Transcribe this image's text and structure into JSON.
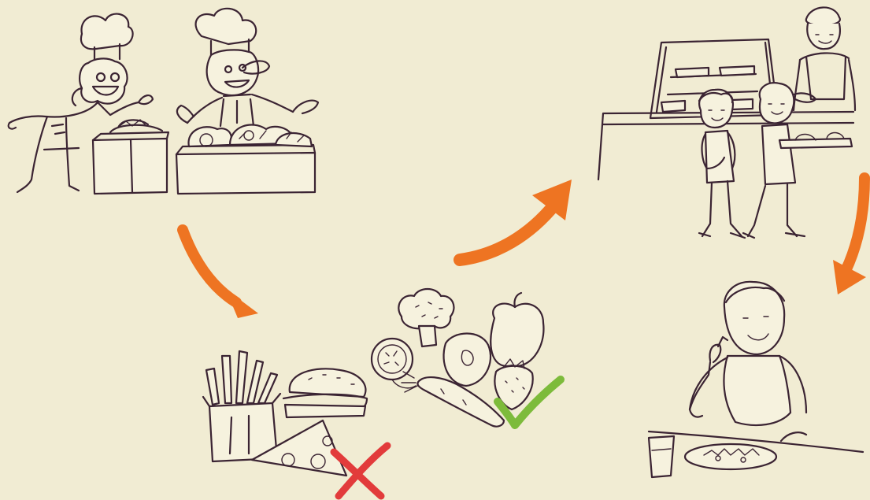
{
  "scene": {
    "background_color": "#f1ecd3",
    "ink_color": "#3b2433",
    "arrow_color": "#ee7422",
    "reject_color": "#e23b3b",
    "approve_color": "#7dbb3b"
  },
  "icons": [
    "chefs-cooking",
    "junk-food",
    "healthy-food",
    "cafeteria-line",
    "child-eating",
    "check-mark",
    "cross-mark"
  ]
}
